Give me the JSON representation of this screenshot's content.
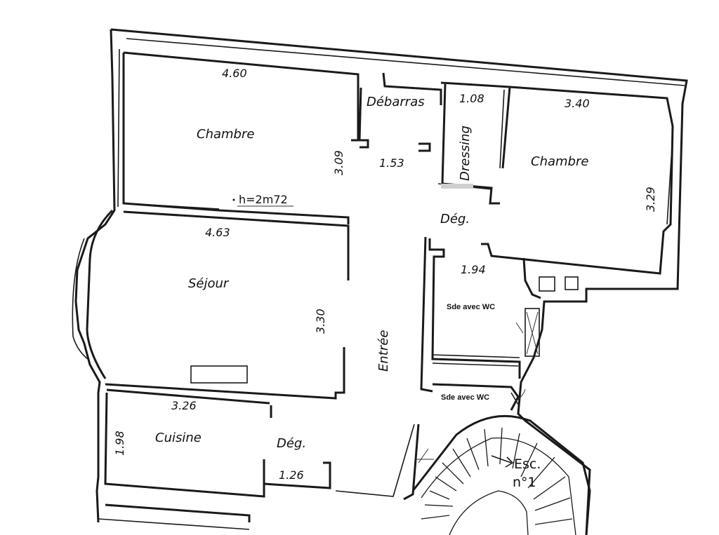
{
  "rooms": {
    "chambre_left": "Chambre",
    "debarras": "Débarras",
    "dressing": "Dressing",
    "chambre_right": "Chambre",
    "sejour": "Séjour",
    "entree": "Entrée",
    "deg_upper": "Dég.",
    "deg_lower": "Dég.",
    "cuisine": "Cuisine",
    "sde_upper": "Sde avec WC",
    "sde_lower": "Sde avec WC",
    "stair_line1": "Esc.",
    "stair_line2": "n°1"
  },
  "dimensions": {
    "chambre_left_width": "4.60",
    "chambre_left_depth": "3.09",
    "debarras_depth": "1.53",
    "dressing_width": "1.08",
    "chambre_right_width": "3.40",
    "chambre_right_depth": "3.29",
    "ceiling_height": "h=2m72",
    "sejour_width": "4.63",
    "sejour_depth": "3.30",
    "sde_width": "1.94",
    "cuisine_width": "3.26",
    "cuisine_depth": "1.98",
    "deg_lower_width": "1.26"
  }
}
